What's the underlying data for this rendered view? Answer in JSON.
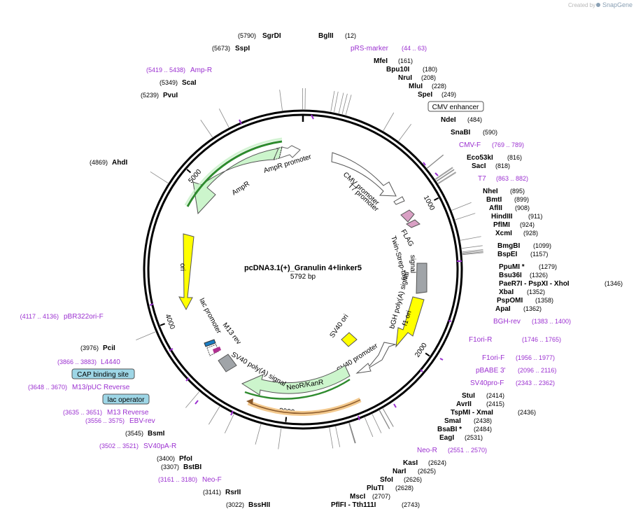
{
  "credit": {
    "created_by": "Created by",
    "brand": "SnapGene"
  },
  "title": "pcDNA3.1(+)_Granulin 4+linker5",
  "length": "5792 bp",
  "ticks": [
    {
      "label": "1000",
      "pos": 1000
    },
    {
      "label": "2000",
      "pos": 2000
    },
    {
      "label": "3000",
      "pos": 3000
    },
    {
      "label": "4000",
      "pos": 4000
    },
    {
      "label": "5000",
      "pos": 5000
    }
  ],
  "enzymes": [
    {
      "name": "SgrDI",
      "pos": "(5790)",
      "site": 5790
    },
    {
      "name": "BglII",
      "pos": "(12)",
      "site": 12
    },
    {
      "name": "SspI",
      "pos": "(5673)",
      "site": 5673
    },
    {
      "name": "MfeI",
      "pos": "(161)",
      "site": 161
    },
    {
      "name": "Bpu10I",
      "pos": "(180)",
      "site": 180
    },
    {
      "name": "NruI",
      "pos": "(208)",
      "site": 208
    },
    {
      "name": "MluI",
      "pos": "(228)",
      "site": 228
    },
    {
      "name": "SpeI",
      "pos": "(249)",
      "site": 249
    },
    {
      "name": "ScaI",
      "pos": "(5349)",
      "site": 5349
    },
    {
      "name": "PvuI",
      "pos": "(5239)",
      "site": 5239
    },
    {
      "name": "NdeI",
      "pos": "(484)",
      "site": 484
    },
    {
      "name": "SnaBI",
      "pos": "(590)",
      "site": 590
    },
    {
      "name": "Eco53kI",
      "pos": "(816)",
      "site": 816
    },
    {
      "name": "SacI",
      "pos": "(818)",
      "site": 818
    },
    {
      "name": "AhdI",
      "pos": "(4869)",
      "site": 4869
    },
    {
      "name": "NheI",
      "pos": "(895)",
      "site": 895
    },
    {
      "name": "BmtI",
      "pos": "(899)",
      "site": 899
    },
    {
      "name": "AflII",
      "pos": "(908)",
      "site": 908
    },
    {
      "name": "HindIII",
      "pos": "(911)",
      "site": 911
    },
    {
      "name": "PflMI",
      "pos": "(924)",
      "site": 924
    },
    {
      "name": "XcmI",
      "pos": "(928)",
      "site": 928
    },
    {
      "name": "BmgBI",
      "pos": "(1099)",
      "site": 1099
    },
    {
      "name": "BspEI",
      "pos": "(1157)",
      "site": 1157
    },
    {
      "name": "PpuMI *",
      "pos": "(1279)",
      "site": 1279
    },
    {
      "name": "Bsu36I",
      "pos": "(1326)",
      "site": 1326
    },
    {
      "name": "PaeR7I  - PspXI  - XhoI",
      "pos": "(1346)",
      "site": 1346
    },
    {
      "name": "XbaI",
      "pos": "(1352)",
      "site": 1352
    },
    {
      "name": "PspOMI",
      "pos": "(1358)",
      "site": 1358
    },
    {
      "name": "ApaI",
      "pos": "(1362)",
      "site": 1362
    },
    {
      "name": "PciI",
      "pos": "(3976)",
      "site": 3976
    },
    {
      "name": "StuI",
      "pos": "(2414)",
      "site": 2414
    },
    {
      "name": "AvrII",
      "pos": "(2415)",
      "site": 2415
    },
    {
      "name": "TspMI  - XmaI",
      "pos": "(2436)",
      "site": 2436
    },
    {
      "name": "SmaI",
      "pos": "(2438)",
      "site": 2438
    },
    {
      "name": "BsaBI *",
      "pos": "(2484)",
      "site": 2484
    },
    {
      "name": "EagI",
      "pos": "(2531)",
      "site": 2531
    },
    {
      "name": "BsmI",
      "pos": "(3545)",
      "site": 3545
    },
    {
      "name": "PfoI",
      "pos": "(3400)",
      "site": 3400
    },
    {
      "name": "BstBI",
      "pos": "(3307)",
      "site": 3307
    },
    {
      "name": "KasI",
      "pos": "(2624)",
      "site": 2624
    },
    {
      "name": "NarI",
      "pos": "(2625)",
      "site": 2625
    },
    {
      "name": "SfoI",
      "pos": "(2626)",
      "site": 2626
    },
    {
      "name": "PluTI",
      "pos": "(2628)",
      "site": 2628
    },
    {
      "name": "MscI",
      "pos": "(2707)",
      "site": 2707
    },
    {
      "name": "PflFI  - Tth111I",
      "pos": "(2743)",
      "site": 2743
    },
    {
      "name": "RsrII",
      "pos": "(3141)",
      "site": 3141
    },
    {
      "name": "BssHII",
      "pos": "(3022)",
      "site": 3022
    }
  ],
  "primers": [
    {
      "name": "pRS-marker",
      "range": "(44 .. 63)"
    },
    {
      "name": "Amp-R",
      "range": "(5419 .. 5438)"
    },
    {
      "name": "CMV-F",
      "range": "(769 .. 789)"
    },
    {
      "name": "T7",
      "range": "(863 .. 882)"
    },
    {
      "name": "BGH-rev",
      "range": "(1383 .. 1400)"
    },
    {
      "name": "F1ori-R",
      "range": "(1746 .. 1765)"
    },
    {
      "name": "F1ori-F",
      "range": "(1956 .. 1977)"
    },
    {
      "name": "pBABE 3'",
      "range": "(2096 .. 2116)"
    },
    {
      "name": "SV40pro-F",
      "range": "(2343 .. 2362)"
    },
    {
      "name": "pBR322ori-F",
      "range": "(4117 .. 4136)"
    },
    {
      "name": "L4440",
      "range": "(3866 .. 3883)"
    },
    {
      "name": "M13/pUC Reverse",
      "range": "(3648 .. 3670)"
    },
    {
      "name": "M13 Reverse",
      "range": "(3635 .. 3651)"
    },
    {
      "name": "EBV-rev",
      "range": "(3556 .. 3575)"
    },
    {
      "name": "SV40pA-R",
      "range": "(3502 .. 3521)"
    },
    {
      "name": "Neo-F",
      "range": "(3161 .. 3180)"
    },
    {
      "name": "Neo-R",
      "range": "(2551 .. 2570)"
    }
  ],
  "boxed_labels": [
    "CMV enhancer",
    "CAP binding site",
    "lac operator"
  ],
  "features": [
    {
      "name": "AmpR promoter"
    },
    {
      "name": "AmpR"
    },
    {
      "name": "CMV promoter"
    },
    {
      "name": "T7 promoter"
    },
    {
      "name": "FLAG"
    },
    {
      "name": "Twin-Strep-tag"
    },
    {
      "name": "bGH poly(A) signal"
    },
    {
      "name": "f1 ori"
    },
    {
      "name": "SV40 promoter"
    },
    {
      "name": "SV40 ori"
    },
    {
      "name": "NeoR/KanR"
    },
    {
      "name": "SV40 poly(A) signal"
    },
    {
      "name": "M13 rev"
    },
    {
      "name": "lac promoter"
    },
    {
      "name": "ori"
    }
  ],
  "colors": {
    "primer": "#9b30d0",
    "ampr": "#ccf5cc",
    "neo": "#ccf5cc",
    "ori": "#ffff00",
    "f1ori": "#ffff00",
    "sv40ori": "#ffff00",
    "polyA": "#a0a4a8",
    "flag": "#d9a0c4",
    "orf_highlight": "#f0c48a",
    "orf_green": "#2e8b2e",
    "boxed_fill_blue": "#9ed6e6"
  }
}
